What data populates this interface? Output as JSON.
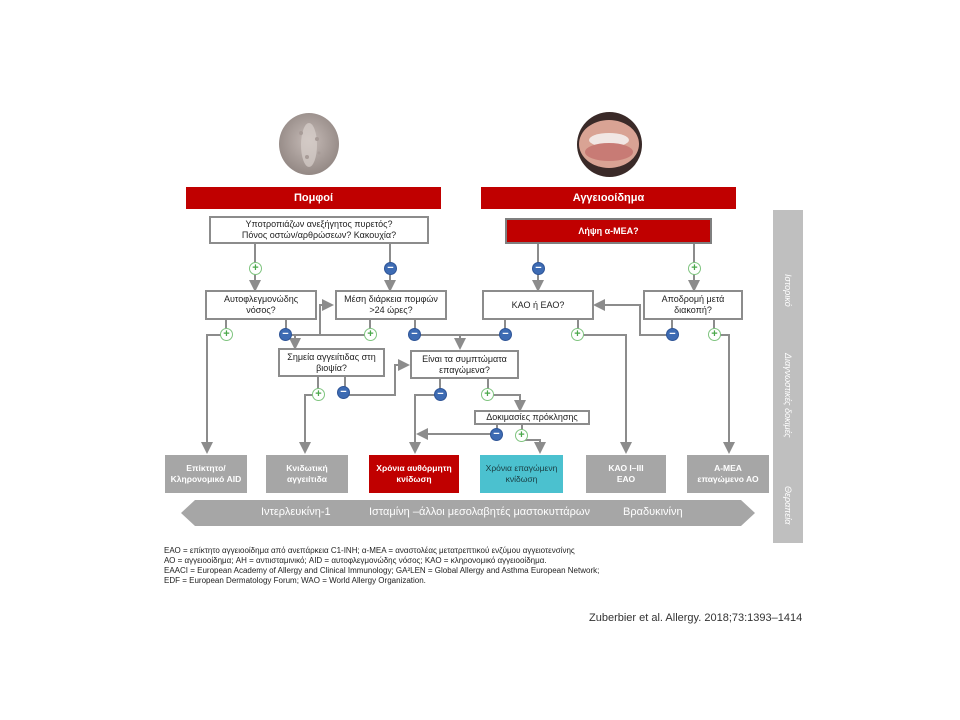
{
  "headers": {
    "wheals": "Πομφοί",
    "angioedema": "Αγγειοοίδημα"
  },
  "questions": {
    "fever": "Υποτροπιάζων ανεξήγητος πυρετός?\nΠόνος οστών/αρθρώσεων? Κακουχία?",
    "acei": "Λήψη α-ΜΕΑ?",
    "autoinflammatory": "Αυτοφλεγμονώδης\nνόσος?",
    "duration": "Μέση διάρκεια πομφών\n>24 ώρες?",
    "hae": "ΚΑΟ ή ΕΑΟ?",
    "remission": "Αποδρομή μετά\nδιακοπή?",
    "vasculitis_biopsy": "Σημεία αγγειίτιδας στη\nβιοψία?",
    "inducible": "Είναι τα συμπτώματα\nεπαγώμενα?",
    "provocation": "Δοκιμασίες πρόκλησης"
  },
  "outcomes": {
    "aid": "Επίκτητο/\nΚληρονομικό AID",
    "vasculitis": "Κνιδωτική\nαγγειίτιδα",
    "csu": "Χρόνια αυθόρμητη\nκνίδωση",
    "cindu": "Χρόνια επαγώμενη\nκνίδωση",
    "hae": "ΚΑΟ I–III\nΕΑΟ",
    "acei_ae": "Α-ΜΕΑ\nεπαγώμενο ΑΟ"
  },
  "sidebar": {
    "history": "Ιστορικό",
    "diagnostic_tests": "Διαγνωστικές δοκιμές",
    "therapy": "Θεραπεία"
  },
  "therapy_band": {
    "left": "Ιντερλευκίνη-1",
    "middle": "Ισταμίνη –άλλοι μεσολαβητές μαστοκυττάρων",
    "right": "Βραδυκινίνη"
  },
  "legend": "ΕΑΟ = επίκτητο αγγειοοίδημα από ανεπάρκεια C1-INH; α-ΜΕΑ = αναστολέας μετατρεπτικού ενζύμου αγγειοτενσίνης\nΑΟ = αγγειοοίδημα; AH = αντιισταμινικό; AID = αυτοφλεγμονώδης νόσος; ΚΑΟ = κληρονομικό αγγειοοίδημα.\nEAACI = European Academy of Allergy and Clinical Immunology; GA²LEN = Global Allergy and Asthma European Network;\nEDF = European Dermatology Forum; WAO = World Allergy Organization.",
  "citation": "Zuberbier et al. Allergy. 2018;73:1393–1414",
  "symbols": {
    "plus": "+",
    "minus": "−"
  },
  "colors": {
    "red": "#c00000",
    "cyan": "#4bc1cf",
    "grey": "#a6a6a6",
    "minus_blue": "#3d6bb3",
    "plus_green": "#7fc47f"
  }
}
